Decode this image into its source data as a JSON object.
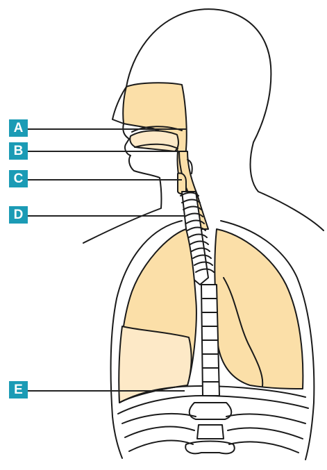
{
  "labels": [
    {
      "letter": "A"
    },
    {
      "letter": "B"
    },
    {
      "letter": "C"
    },
    {
      "letter": "D"
    },
    {
      "letter": "E"
    }
  ],
  "colors": {
    "label_bg": "#1b9bb5",
    "label_text": "#ffffff",
    "organ_fill": "#fbdfa8",
    "organ_fill_light": "#fde9c7",
    "outline": "#1a1a1a"
  }
}
